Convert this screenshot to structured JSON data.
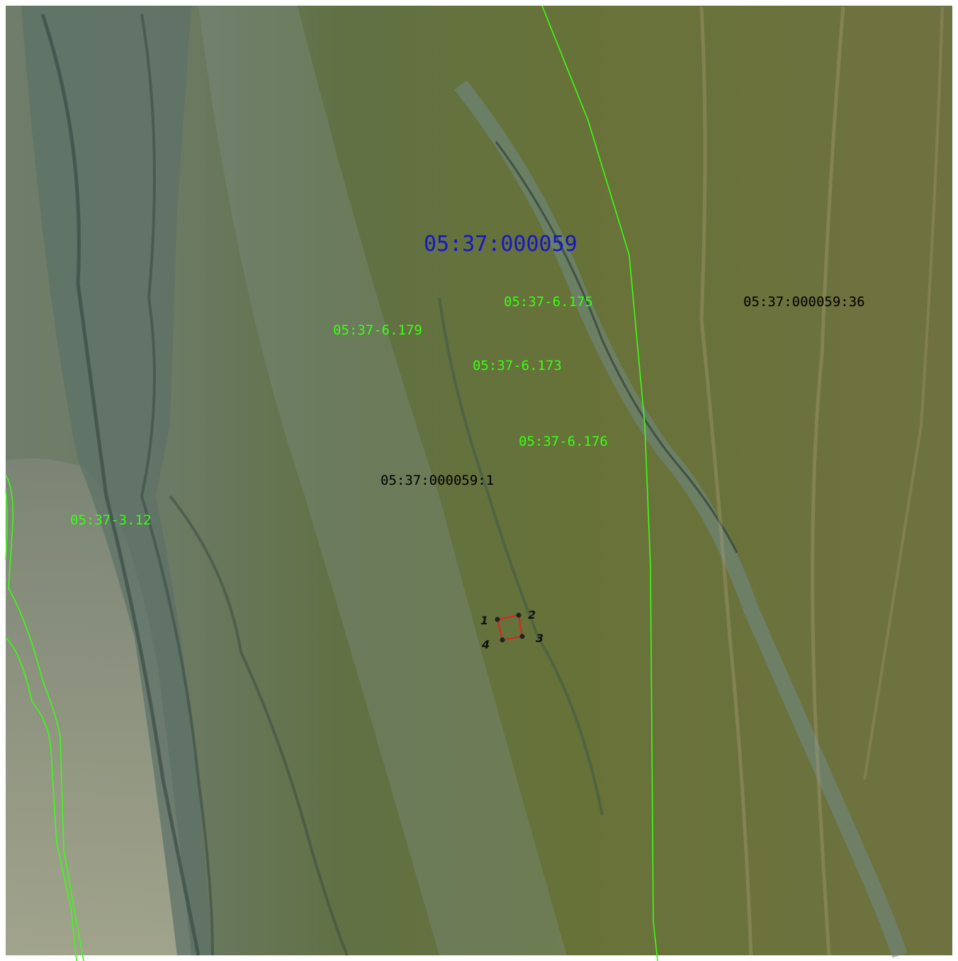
{
  "map": {
    "colors": {
      "boundary_green": "#39ff14",
      "plot_red": "#e02020",
      "quarter_blue": "#1616c8",
      "label_black": "#000000"
    },
    "quarter_label": "05:37:000059",
    "parcel_labels": {
      "p1": "05:37:000059:1",
      "p36": "05:37:000059:36"
    },
    "zone_labels": {
      "z175": "05:37-6.175",
      "z179": "05:37-6.179",
      "z173": "05:37-6.173",
      "z176": "05:37-6.176",
      "z312": "05:37-3.12"
    },
    "plot": {
      "vertices": [
        "1",
        "2",
        "3",
        "4"
      ]
    }
  }
}
